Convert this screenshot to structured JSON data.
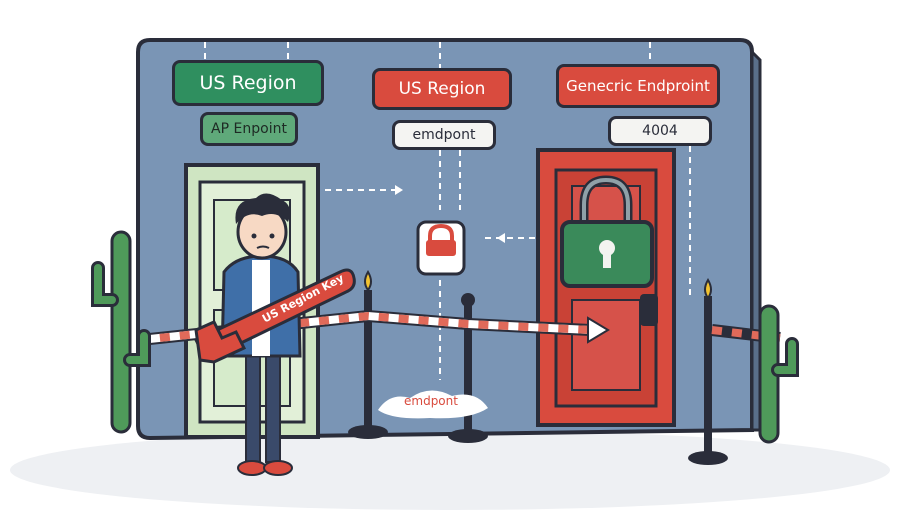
{
  "labels": {
    "us_region_green": "US Region",
    "ap_endpoint": "AP Enpoint",
    "us_region_red": "US Region",
    "endpoint_white": "emdpont",
    "generic_endpoint": "Genecric Endproint",
    "error_code": "4004",
    "key_text": "US Region Key",
    "floor_text": "emdpont"
  },
  "colors": {
    "panel": "#7a95b5",
    "green_door": "#cfe5c2",
    "red_door": "#d94b3e",
    "lock": "#3a8a5a",
    "key": "#d94b3e",
    "outline": "#2a2d3a"
  }
}
